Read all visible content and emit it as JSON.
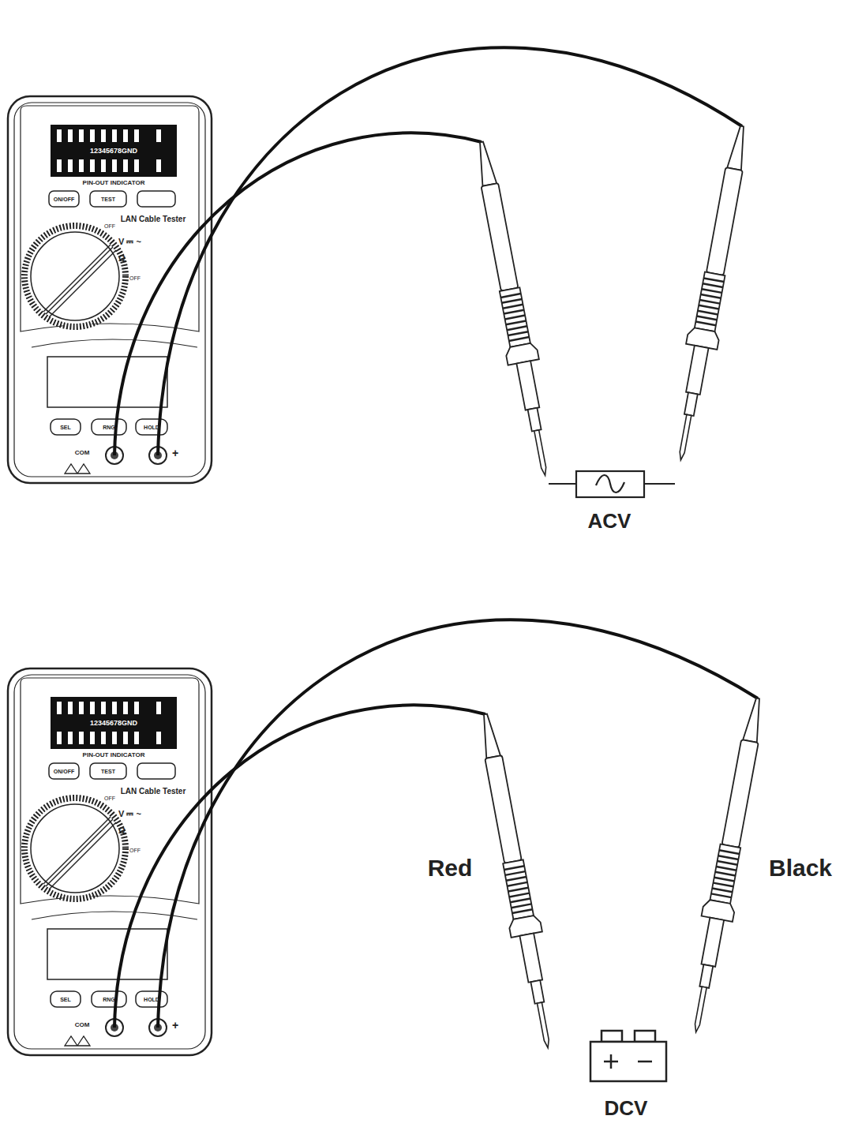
{
  "diagram": {
    "labels": [
      "12345678GND",
      "PIN-OUT INDICATOR",
      "ON/OFF",
      "TEST",
      "LAN Cable Tester",
      "OFF",
      "V ⎓ ~",
      "Ω",
      "OFF",
      "SEL",
      "RNG",
      "HOLD",
      "COM",
      "+",
      "ACV",
      "12345678GND",
      "PIN-OUT INDICATOR",
      "ON/OFF",
      "TEST",
      "LAN Cable Tester",
      "OFF",
      "V ⎓ ~",
      "Ω",
      "OFF",
      "SEL",
      "RNG",
      "HOLD",
      "COM",
      "+",
      "Red",
      "Black",
      "DCV"
    ]
  }
}
